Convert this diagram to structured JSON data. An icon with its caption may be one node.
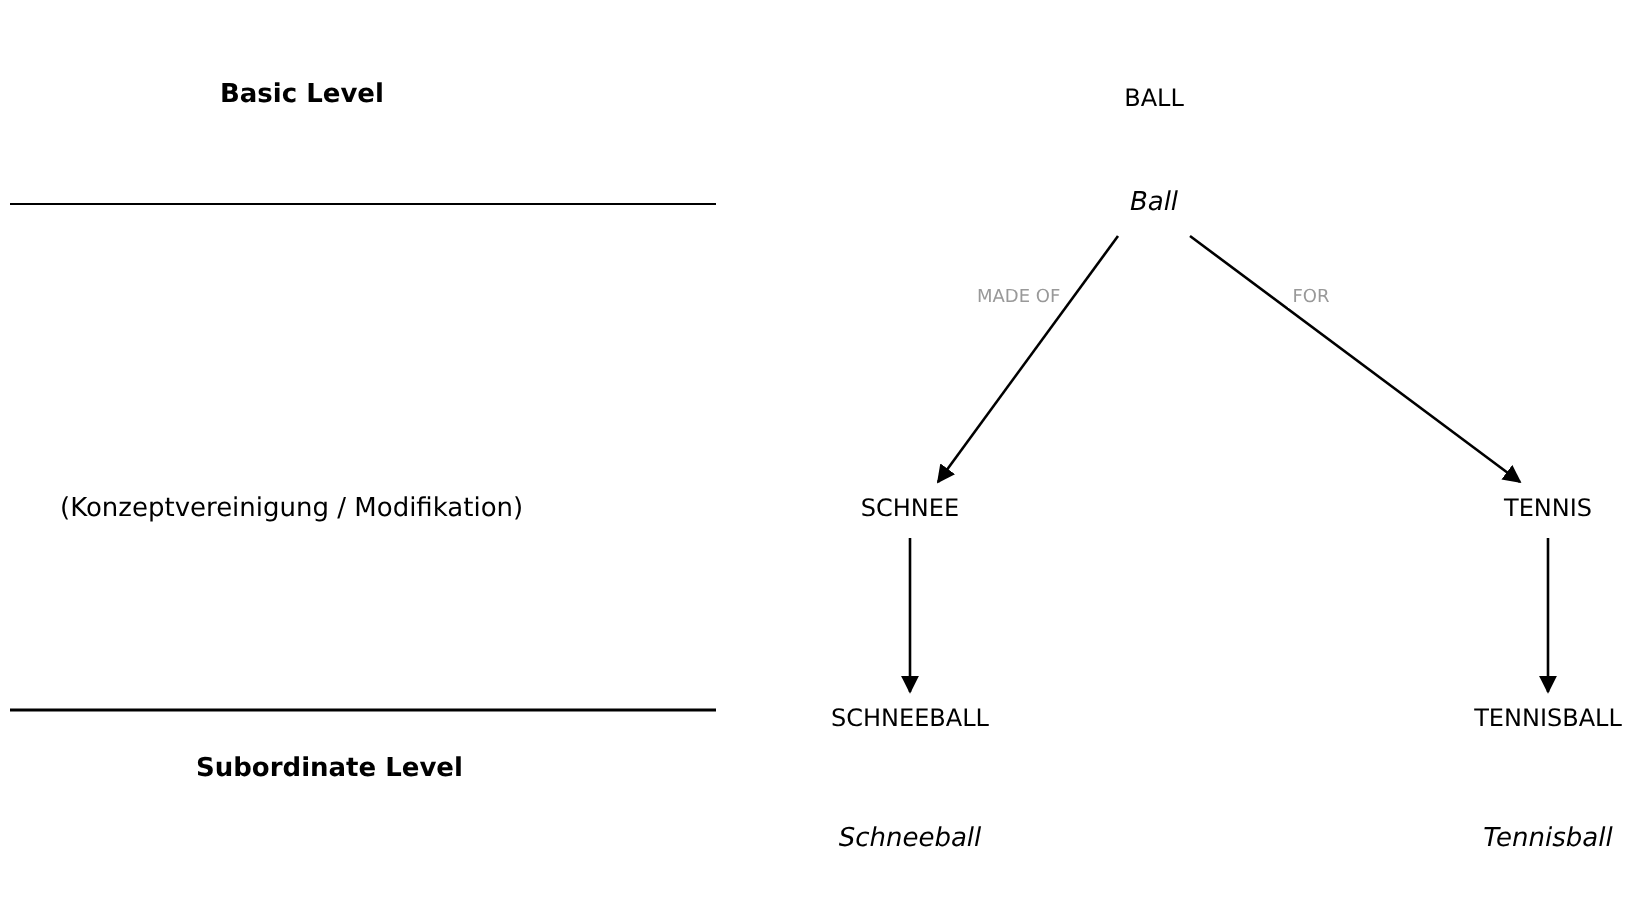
{
  "diagram": {
    "nodes": [
      {
        "text": [
          "BALL",
          "Ball"
        ]
      },
      {
        "text": [
          "SCHNEE"
        ]
      },
      {
        "text": [
          "TENNIS"
        ]
      },
      {
        "text": [
          "SCHNEEBALL",
          "Schneeball"
        ]
      },
      {
        "text": [
          "TENNISBALL",
          "Tennisball"
        ]
      }
    ],
    "edges": [
      {
        "from": 0,
        "to": 1,
        "arrow": "to",
        "label": "MADE OF"
      },
      {
        "from": 0,
        "to": 2,
        "arrow": "to",
        "label": "FOR"
      },
      {
        "from": 1,
        "to": 3,
        "arrow": "to"
      },
      {
        "from": 2,
        "to": 4,
        "arrow": "to"
      }
    ],
    "labels": [
      "Basic Level",
      "(Konzeptvereinigung / Modifikation)",
      "Subordinate Level"
    ]
  }
}
